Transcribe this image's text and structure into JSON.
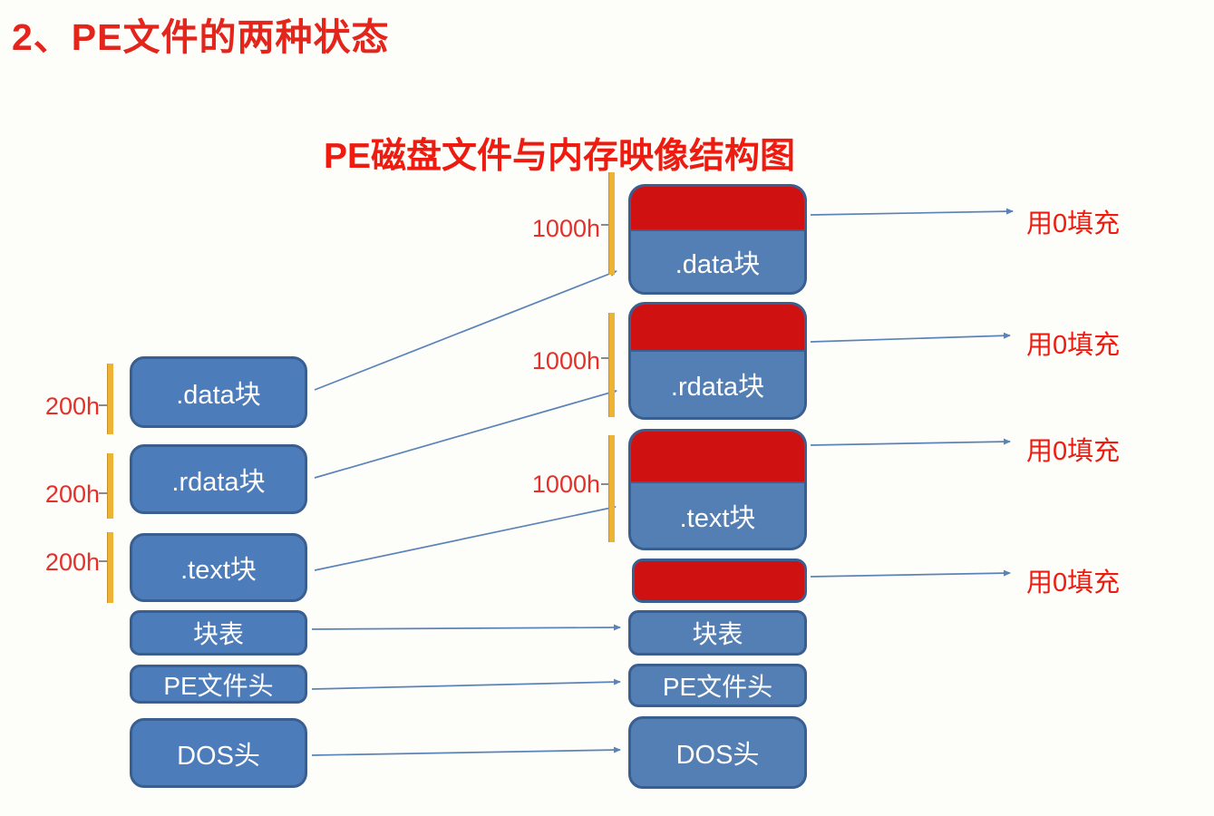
{
  "title": "2、PE文件的两种状态",
  "diagram": {
    "subtitle": "PE磁盘文件与内存映像结构图",
    "disk_column": {
      "size_labels": [
        "200h",
        "200h",
        "200h"
      ],
      "blocks": [
        ".data块",
        ".rdata块",
        ".text块",
        "块表",
        "PE文件头",
        "DOS头"
      ]
    },
    "memory_column": {
      "size_labels": [
        "1000h",
        "1000h",
        "1000h"
      ],
      "blocks": [
        ".data块",
        ".rdata块",
        ".text块",
        "块表",
        "PE文件头",
        "DOS头"
      ],
      "padding_labels": [
        "用0填充",
        "用0填充",
        "用0填充",
        "用0填充"
      ]
    },
    "colors": {
      "title_red": "#e3251c",
      "label_red": "#ee1c10",
      "size_label_red": "#e5302a",
      "block_blue": "#4d7cba",
      "memory_block_blue": "#547fb4",
      "block_border_blue": "#395e90",
      "padding_fill_red": "#d01111",
      "bar_yellow": "#eeb235",
      "arrow_blue": "#5b83b8",
      "block_text_white": "#ffffff"
    }
  }
}
